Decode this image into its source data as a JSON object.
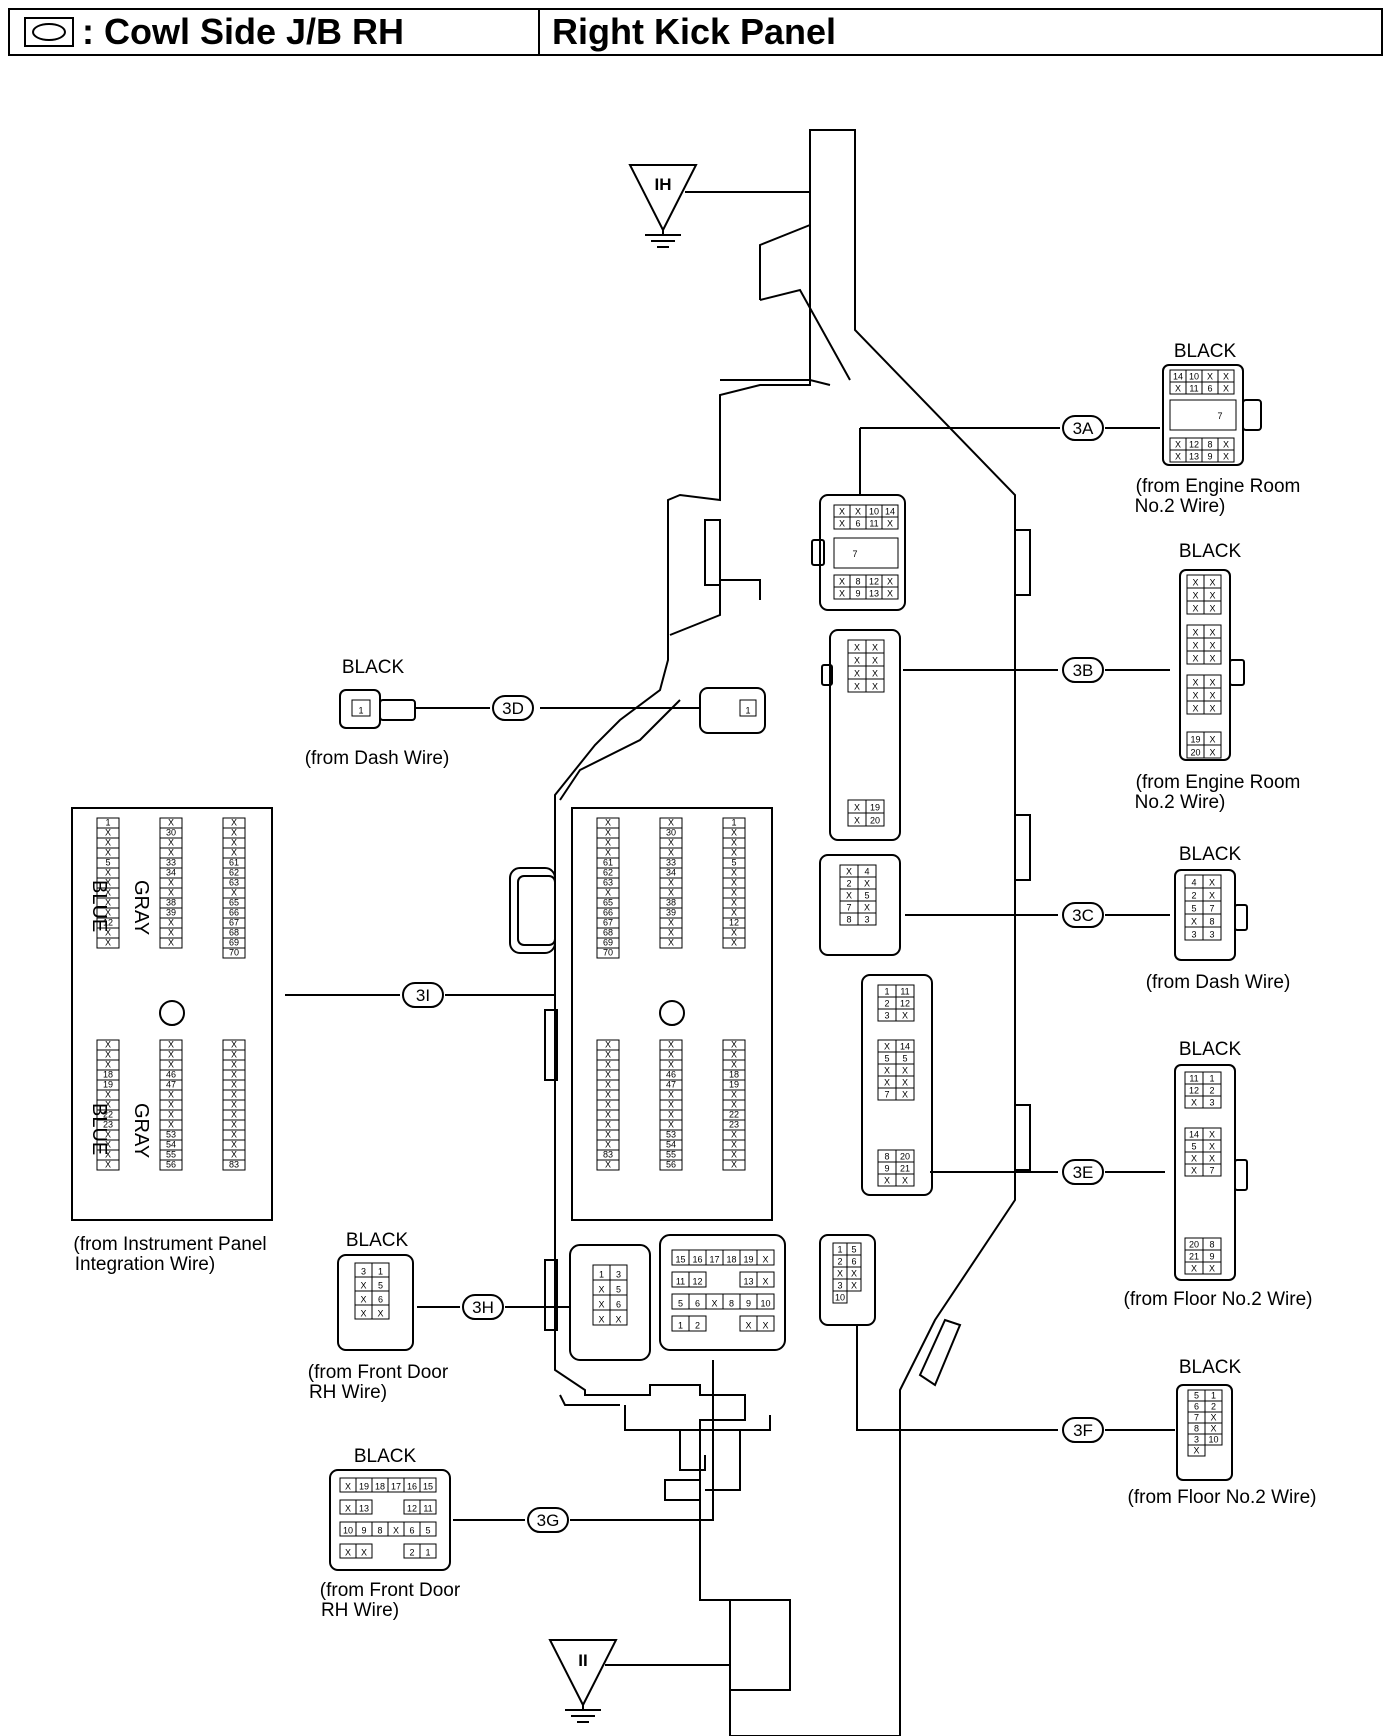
{
  "header": {
    "title": ": Cowl Side J/B RH",
    "location": "Right Kick Panel"
  },
  "grounds": {
    "top": "IH",
    "bottom": "II"
  },
  "connectors": [
    {
      "code": "3A",
      "color": "BLACK",
      "source": "(from Engine Room",
      "source2": "No.2 Wire)"
    },
    {
      "code": "3B",
      "color": "BLACK",
      "source": "(from Engine Room",
      "source2": "No.2 Wire)"
    },
    {
      "code": "3C",
      "color": "BLACK",
      "source": "(from Dash Wire)",
      "source2": ""
    },
    {
      "code": "3D",
      "color": "BLACK",
      "source": "(from Dash Wire)",
      "source2": ""
    },
    {
      "code": "3E",
      "color": "BLACK",
      "source": "(from Floor No.2 Wire)",
      "source2": ""
    },
    {
      "code": "3F",
      "color": "BLACK",
      "source": "(from Floor No.2 Wire)",
      "source2": ""
    },
    {
      "code": "3G",
      "color": "BLACK",
      "source": "(from Front Door",
      "source2": "RH Wire)"
    },
    {
      "code": "3H",
      "color": "BLACK",
      "source": "(from Front Door",
      "source2": "RH Wire)"
    },
    {
      "code": "3I",
      "color": "",
      "source": "(from Instrument Panel",
      "source2": "Integration Wire)"
    }
  ],
  "connector_3i_colors": {
    "gray": "GRAY",
    "blue": "BLUE"
  },
  "pins": {
    "c3a_top": [
      "14",
      "10",
      "X",
      "X",
      "X",
      "11",
      "6",
      "X"
    ],
    "c3a_mid": "7",
    "c3a_bot": [
      "X",
      "12",
      "8",
      "X",
      "X",
      "13",
      "9",
      "X"
    ],
    "c3b_a": [
      "X",
      "X",
      "X",
      "X",
      "X",
      "X"
    ],
    "c3b_b": [
      "19",
      "X",
      "20",
      "X"
    ],
    "c3c": [
      "4",
      "X",
      "2",
      "X",
      "5",
      "7",
      "X",
      "8",
      "3",
      "3"
    ],
    "c3d": [
      "1"
    ],
    "c3e_a": [
      "11",
      "1",
      "12",
      "2",
      "X",
      "3"
    ],
    "c3e_b": [
      "14",
      "X",
      "5",
      "X",
      "X",
      "X",
      "X",
      "7"
    ],
    "c3e_c": [
      "20",
      "8",
      "21",
      "9",
      "X",
      "X"
    ],
    "c3f": [
      "5",
      "1",
      "6",
      "2",
      "7",
      "X",
      "8",
      "X",
      "3",
      "10",
      "X"
    ],
    "c3g_top": [
      "X",
      "19",
      "18",
      "17",
      "16",
      "15"
    ],
    "c3g_mid": [
      "X",
      "13",
      "12",
      "11"
    ],
    "c3g_bot": [
      "10",
      "9",
      "8",
      "X",
      "6",
      "5"
    ],
    "c3g_last": [
      "X",
      "X",
      "2",
      "1"
    ],
    "c3h": [
      "3",
      "1",
      "X",
      "5",
      "X",
      "6",
      "X",
      "X"
    ],
    "c3i_left_top": [
      "1",
      "X",
      "X",
      "X",
      "5",
      "X",
      "X",
      "X",
      "X",
      "X",
      "12",
      "X",
      "X"
    ],
    "c3i_mid_top": [
      "X",
      "30",
      "X",
      "X",
      "33",
      "34",
      "X",
      "X",
      "38",
      "39",
      "X",
      "X",
      "X"
    ],
    "c3i_right_top": [
      "X",
      "X",
      "X",
      "X",
      "61",
      "62",
      "63",
      "X",
      "65",
      "66",
      "67",
      "68",
      "69",
      "70"
    ],
    "c3i_left_bot": [
      "X",
      "X",
      "X",
      "18",
      "19",
      "X",
      "X",
      "22",
      "23",
      "X",
      "X",
      "X",
      "X"
    ],
    "c3i_mid_bot": [
      "X",
      "X",
      "X",
      "46",
      "47",
      "X",
      "X",
      "X",
      "X",
      "53",
      "54",
      "55",
      "56"
    ],
    "c3i_right_bot": [
      "X",
      "X",
      "X",
      "X",
      "X",
      "X",
      "X",
      "X",
      "X",
      "X",
      "X",
      "X",
      "83"
    ],
    "jb_3i_left_top": [
      "X",
      "X",
      "X",
      "X",
      "61",
      "62",
      "63",
      "X",
      "65",
      "66",
      "67",
      "68",
      "69",
      "70"
    ],
    "jb_3i_mid_top": [
      "X",
      "30",
      "X",
      "X",
      "33",
      "34",
      "X",
      "X",
      "38",
      "39",
      "X",
      "X",
      "X"
    ],
    "jb_3i_right_top": [
      "1",
      "X",
      "X",
      "X",
      "5",
      "X",
      "X",
      "X",
      "X",
      "X",
      "12",
      "X",
      "X"
    ],
    "jb_3i_left_bot": [
      "X",
      "X",
      "X",
      "X",
      "X",
      "X",
      "X",
      "X",
      "X",
      "X",
      "X",
      "83",
      "X"
    ],
    "jb_3i_mid_bot": [
      "X",
      "X",
      "X",
      "46",
      "47",
      "X",
      "X",
      "X",
      "X",
      "53",
      "54",
      "55",
      "56"
    ],
    "jb_3i_right_bot": [
      "X",
      "X",
      "X",
      "18",
      "19",
      "X",
      "X",
      "22",
      "23",
      "X",
      "X",
      "X",
      "X"
    ],
    "jb_3g_top": [
      "15",
      "16",
      "17",
      "18",
      "19",
      "X"
    ],
    "jb_3g_mid": [
      "11",
      "12",
      "13",
      "X"
    ],
    "jb_3g_bot": [
      "5",
      "6",
      "X",
      "8",
      "9",
      "10"
    ],
    "jb_3g_last": [
      "1",
      "2",
      "X",
      "X"
    ],
    "jb_3f": [
      "1",
      "5",
      "2",
      "6",
      "X",
      "X",
      "3",
      "X",
      "10"
    ],
    "jb_3h": [
      "1",
      "3",
      "X",
      "5",
      "X",
      "6",
      "X",
      "X"
    ],
    "jb_3e_a": [
      "1",
      "11",
      "2",
      "12",
      "3",
      "X"
    ],
    "jb_3e_b": [
      "X",
      "14",
      "5",
      "5",
      "X",
      "X",
      "X",
      "X",
      "7",
      "X"
    ],
    "jb_3e_c": [
      "8",
      "20",
      "9",
      "21",
      "X",
      "X"
    ],
    "jb_3c": [
      "X",
      "4",
      "2",
      "X",
      "X",
      "5",
      "7",
      "X",
      "8",
      "3"
    ],
    "jb_3b": [
      "X",
      "X",
      "X",
      "X",
      "X",
      "X",
      "X",
      "X",
      "19",
      "X",
      "20"
    ],
    "jb_3a_top": [
      "X",
      "X",
      "10",
      "14",
      "X",
      "6",
      "11",
      "X"
    ],
    "jb_3a_mid": "7",
    "jb_3a_bot": [
      "X",
      "8",
      "12",
      "X",
      "X",
      "9",
      "13",
      "X"
    ]
  }
}
